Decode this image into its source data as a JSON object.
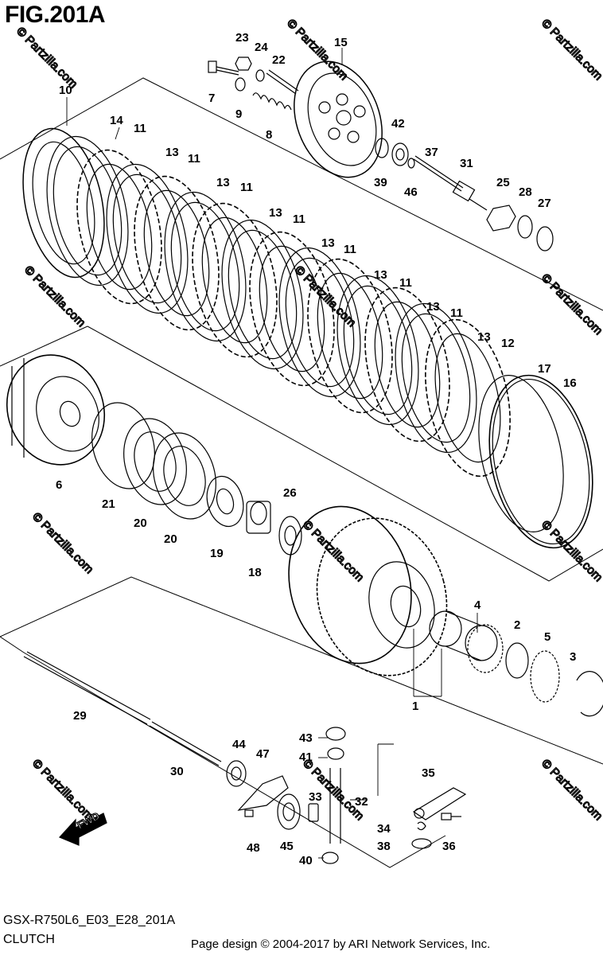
{
  "figure": {
    "title": "FIG.201A",
    "code": "GSX-R750L6_E03_E28_201A",
    "caption": "CLUTCH",
    "credit": "Page design © 2004-2017 by ARI Network Services, Inc.",
    "watermark": "© Partzilla.com",
    "fwd_arrow": "FWD"
  },
  "callouts": {
    "p1": "1",
    "p2": "2",
    "p3": "3",
    "p4": "4",
    "p5": "5",
    "p6": "6",
    "p7": "7",
    "p8": "8",
    "p9": "9",
    "p10": "10",
    "p11": "11",
    "p12": "12",
    "p13": "13",
    "p14": "14",
    "p15": "15",
    "p16": "16",
    "p17": "17",
    "p18": "18",
    "p19": "19",
    "p20": "20",
    "p21": "21",
    "p22": "22",
    "p23": "23",
    "p24": "24",
    "p25": "25",
    "p26": "26",
    "p27": "27",
    "p28": "28",
    "p29": "29",
    "p30": "30",
    "p31": "31",
    "p32": "32",
    "p33": "33",
    "p34": "34",
    "p35": "35",
    "p36": "36",
    "p37": "37",
    "p38": "38",
    "p39": "39",
    "p40": "40",
    "p41": "41",
    "p42": "42",
    "p43": "43",
    "p44": "44",
    "p45": "45",
    "p46": "46",
    "p47": "47",
    "p48": "48"
  },
  "colors": {
    "ink": "#000000",
    "watermark": "#d8d8d8",
    "background": "#ffffff"
  }
}
